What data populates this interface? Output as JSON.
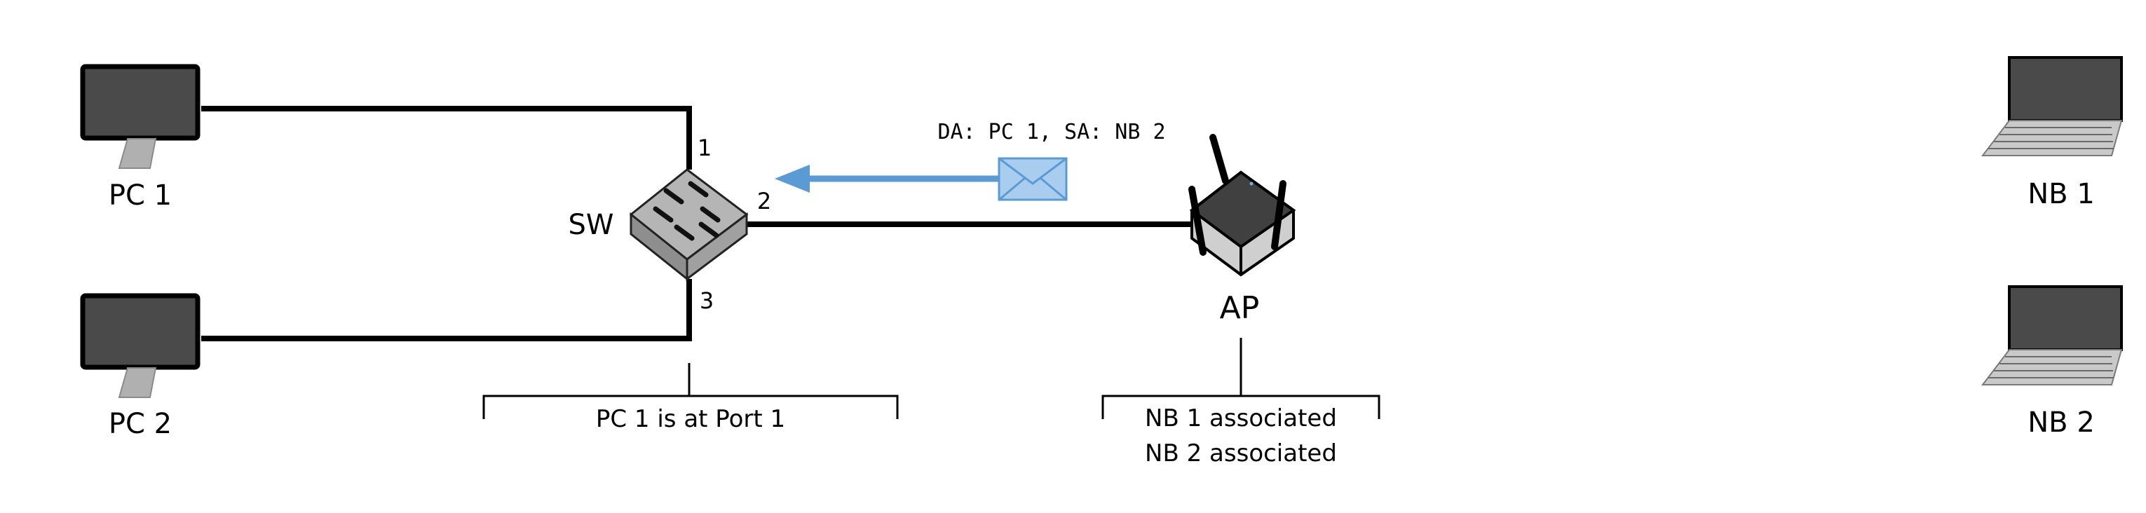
{
  "nodes": {
    "pc1": "PC 1",
    "pc2": "PC 2",
    "switch": "SW",
    "ap": "AP",
    "nb1": "NB 1",
    "nb2": "NB 2"
  },
  "ports": {
    "p1": "1",
    "p2": "2",
    "p3": "3"
  },
  "frame": {
    "label": "DA: PC 1, SA: NB 2"
  },
  "tables": {
    "switch_table": [
      "PC 1 is at Port 1"
    ],
    "ap_table": [
      "NB 1 associated",
      "NB 2 associated"
    ]
  },
  "colors": {
    "line": "#000000",
    "frame_arrow": "#5b9bd5",
    "device_dark": "#4a4a4a",
    "switch_gray": "#a6a6a6"
  }
}
